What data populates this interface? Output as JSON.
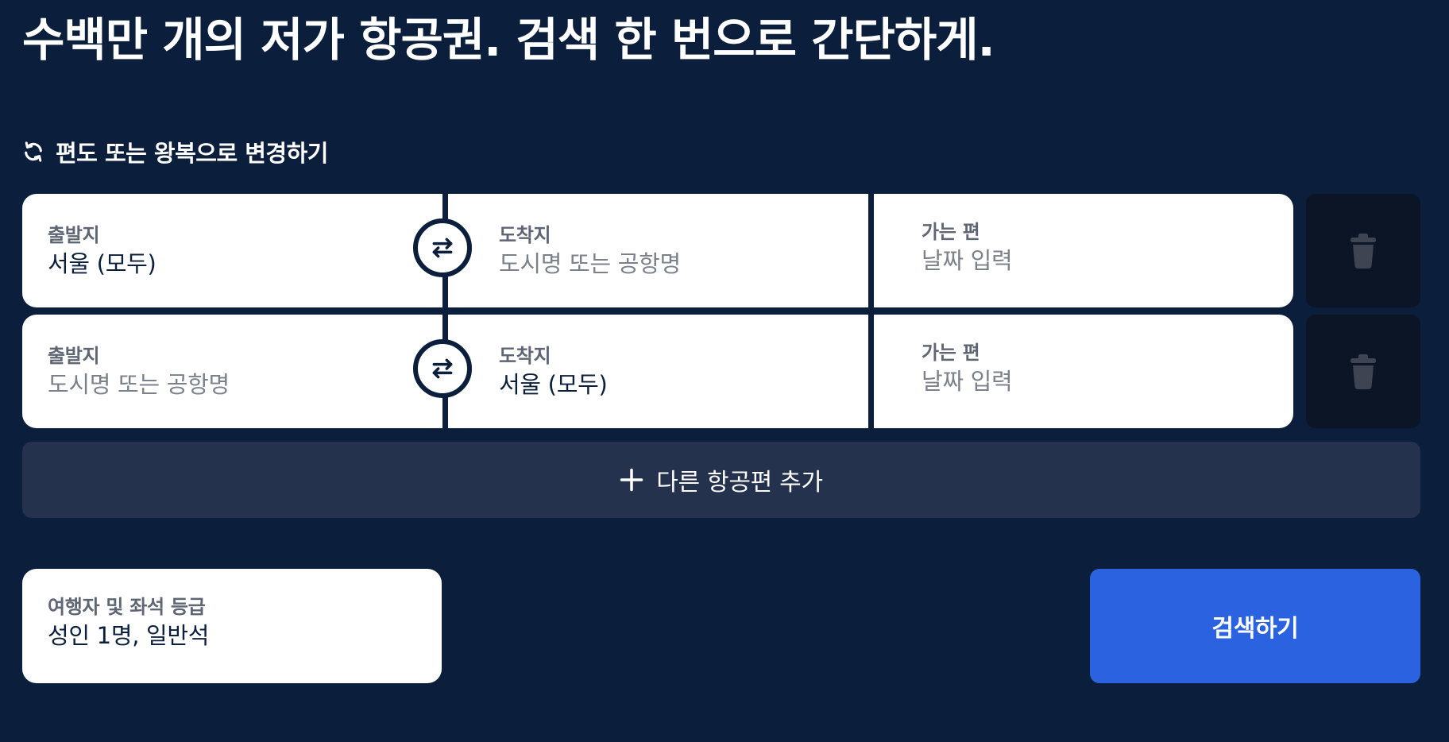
{
  "headline": "수백만 개의 저가 항공권. 검색 한 번으로 간단하게.",
  "trip_toggle": {
    "label": "편도 또는 왕복으로 변경하기",
    "icon": "refresh-icon"
  },
  "legs": [
    {
      "origin": {
        "label": "출발지",
        "value": "서울 (모두)",
        "is_placeholder": false
      },
      "destination": {
        "label": "도착지",
        "value": "도시명 또는 공항명",
        "is_placeholder": true
      },
      "date": {
        "label": "가는 편",
        "value": "날짜 입력",
        "is_placeholder": true
      }
    },
    {
      "origin": {
        "label": "출발지",
        "value": "도시명 또는 공항명",
        "is_placeholder": true
      },
      "destination": {
        "label": "도착지",
        "value": "서울 (모두)",
        "is_placeholder": false
      },
      "date": {
        "label": "가는 편",
        "value": "날짜 입력",
        "is_placeholder": true
      }
    }
  ],
  "swap_icon": "swap-arrows-icon",
  "delete_icon": "trash-icon",
  "add_leg": {
    "label": "다른 항공편 추가",
    "icon": "plus-icon"
  },
  "travelers": {
    "label": "여행자 및 좌석 등급",
    "value": "성인 1명, 일반석"
  },
  "search_button": {
    "label": "검색하기"
  },
  "colors": {
    "background": "#0b1e3b",
    "card": "#ffffff",
    "label": "#5f6673",
    "placeholder": "#7b818b",
    "add_leg_bg": "#24324d",
    "delete_bg": "#0c1526",
    "delete_icon": "#3e4452",
    "primary": "#2b62df"
  }
}
